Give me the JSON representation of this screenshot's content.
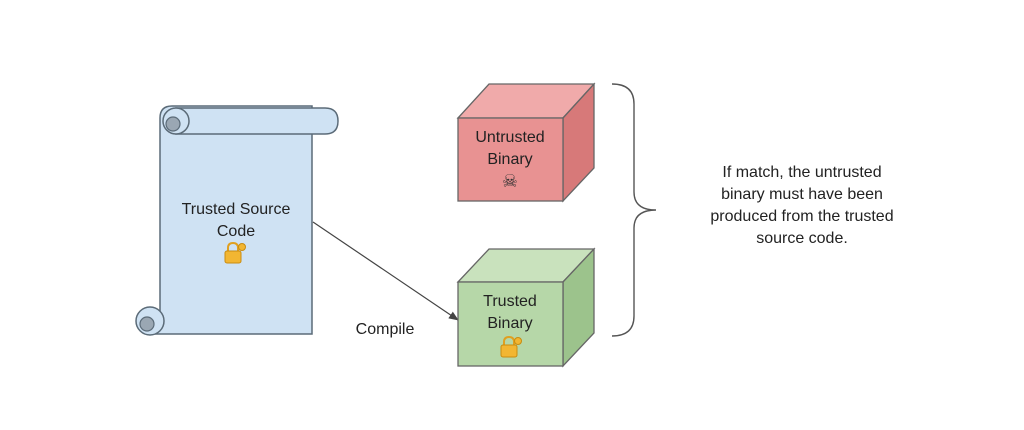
{
  "source": {
    "label_line1": "Trusted Source",
    "label_line2": "Code",
    "icon": "lock-icon",
    "fill": "#cfe2f3",
    "stroke": "#5b6b78"
  },
  "untrusted_binary": {
    "label_line1": "Untrusted",
    "label_line2": "Binary",
    "icon": "skull-crossbones-icon",
    "icon_glyph": "☠",
    "front": "#e89292",
    "top": "#f0aaaa",
    "side": "#d77979",
    "stroke": "#666666"
  },
  "trusted_binary": {
    "label_line1": "Trusted",
    "label_line2": "Binary",
    "icon": "lock-icon",
    "front": "#b6d7a8",
    "top": "#c9e2bd",
    "side": "#9cc38c",
    "stroke": "#666666"
  },
  "edge": {
    "label": "Compile"
  },
  "conclusion": {
    "line1": "If match, the untrusted",
    "line2": "binary must have been",
    "line3": "produced from the trusted",
    "line4": "source code."
  }
}
